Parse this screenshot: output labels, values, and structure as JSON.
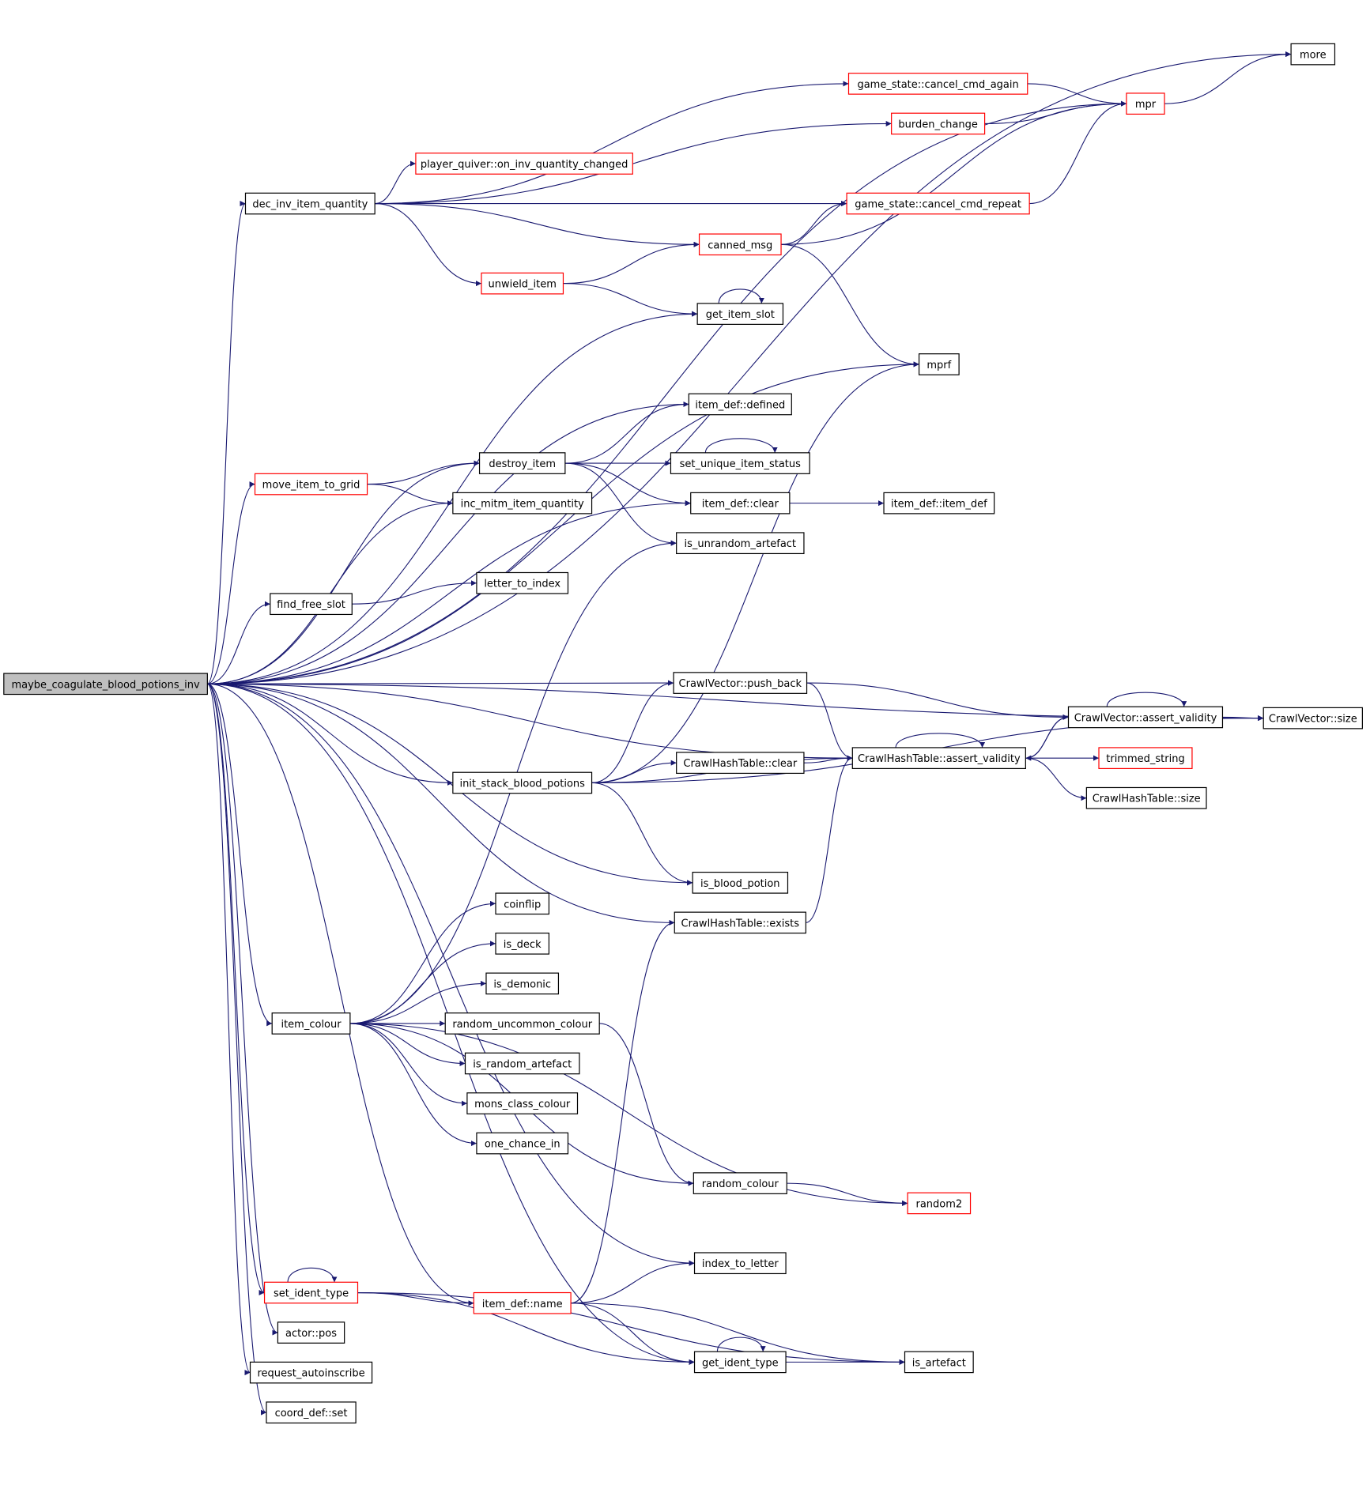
{
  "colors": {
    "edge": "#191970",
    "root_fill": "#bfbfbf",
    "node_border_normal": "#000000",
    "node_border_red": "#ff0000"
  },
  "root": "maybe_coagulate_blood_potions_inv",
  "nodes": [
    {
      "id": "root",
      "label": "maybe_coagulate_blood_potions_inv",
      "style": "root"
    },
    {
      "id": "more",
      "label": "more",
      "style": "normal"
    },
    {
      "id": "mpr",
      "label": "mpr",
      "style": "red"
    },
    {
      "id": "cancel_again",
      "label": "game_state::cancel_cmd_again",
      "style": "red"
    },
    {
      "id": "burden_change",
      "label": "burden_change",
      "style": "red"
    },
    {
      "id": "pq_changed",
      "label": "player_quiver::on_inv_quantity_changed",
      "style": "red"
    },
    {
      "id": "dec_inv",
      "label": "dec_inv_item_quantity",
      "style": "normal"
    },
    {
      "id": "cancel_repeat",
      "label": "game_state::cancel_cmd_repeat",
      "style": "red"
    },
    {
      "id": "canned_msg",
      "label": "canned_msg",
      "style": "red"
    },
    {
      "id": "unwield_item",
      "label": "unwield_item",
      "style": "red"
    },
    {
      "id": "get_item_slot",
      "label": "get_item_slot",
      "style": "normal"
    },
    {
      "id": "mprf",
      "label": "mprf",
      "style": "normal"
    },
    {
      "id": "def_defined",
      "label": "item_def::defined",
      "style": "normal"
    },
    {
      "id": "destroy_item",
      "label": "destroy_item",
      "style": "normal"
    },
    {
      "id": "set_unique",
      "label": "set_unique_item_status",
      "style": "normal"
    },
    {
      "id": "move_item",
      "label": "move_item_to_grid",
      "style": "red"
    },
    {
      "id": "inc_mitm",
      "label": "inc_mitm_item_quantity",
      "style": "normal"
    },
    {
      "id": "def_clear",
      "label": "item_def::clear",
      "style": "normal"
    },
    {
      "id": "def_itemdef",
      "label": "item_def::item_def",
      "style": "normal"
    },
    {
      "id": "is_unrand",
      "label": "is_unrandom_artefact",
      "style": "normal"
    },
    {
      "id": "find_free",
      "label": "find_free_slot",
      "style": "normal"
    },
    {
      "id": "letter_idx",
      "label": "letter_to_index",
      "style": "normal"
    },
    {
      "id": "cv_push",
      "label": "CrawlVector::push_back",
      "style": "normal"
    },
    {
      "id": "cv_assert",
      "label": "CrawlVector::assert_validity",
      "style": "normal"
    },
    {
      "id": "cv_size",
      "label": "CrawlVector::size",
      "style": "normal"
    },
    {
      "id": "cht_assert",
      "label": "CrawlHashTable::assert_validity",
      "style": "normal"
    },
    {
      "id": "trimmed",
      "label": "trimmed_string",
      "style": "red"
    },
    {
      "id": "cht_clear",
      "label": "CrawlHashTable::clear",
      "style": "normal"
    },
    {
      "id": "init_stack",
      "label": "init_stack_blood_potions",
      "style": "normal"
    },
    {
      "id": "cht_size",
      "label": "CrawlHashTable::size",
      "style": "normal"
    },
    {
      "id": "is_blood",
      "label": "is_blood_potion",
      "style": "normal"
    },
    {
      "id": "cht_exists",
      "label": "CrawlHashTable::exists",
      "style": "normal"
    },
    {
      "id": "coinflip",
      "label": "coinflip",
      "style": "normal"
    },
    {
      "id": "is_deck",
      "label": "is_deck",
      "style": "normal"
    },
    {
      "id": "is_demonic",
      "label": "is_demonic",
      "style": "normal"
    },
    {
      "id": "item_colour",
      "label": "item_colour",
      "style": "normal"
    },
    {
      "id": "rand_uncommon",
      "label": "random_uncommon_colour",
      "style": "normal"
    },
    {
      "id": "is_rand_art",
      "label": "is_random_artefact",
      "style": "normal"
    },
    {
      "id": "mons_class",
      "label": "mons_class_colour",
      "style": "normal"
    },
    {
      "id": "one_chance",
      "label": "one_chance_in",
      "style": "normal"
    },
    {
      "id": "random_colour",
      "label": "random_colour",
      "style": "normal"
    },
    {
      "id": "random2",
      "label": "random2",
      "style": "red"
    },
    {
      "id": "index_letter",
      "label": "index_to_letter",
      "style": "normal"
    },
    {
      "id": "set_ident",
      "label": "set_ident_type",
      "style": "red"
    },
    {
      "id": "def_name",
      "label": "item_def::name",
      "style": "red"
    },
    {
      "id": "actor_pos",
      "label": "actor::pos",
      "style": "normal"
    },
    {
      "id": "get_ident",
      "label": "get_ident_type",
      "style": "normal"
    },
    {
      "id": "is_artefact",
      "label": "is_artefact",
      "style": "normal"
    },
    {
      "id": "req_autoinsc",
      "label": "request_autoinscribe",
      "style": "normal"
    },
    {
      "id": "coord_set",
      "label": "coord_def::set",
      "style": "normal"
    }
  ],
  "edges": [
    [
      "root",
      "more"
    ],
    [
      "root",
      "mpr"
    ],
    [
      "root",
      "dec_inv"
    ],
    [
      "root",
      "get_item_slot"
    ],
    [
      "root",
      "mprf"
    ],
    [
      "root",
      "def_defined"
    ],
    [
      "root",
      "destroy_item"
    ],
    [
      "root",
      "move_item"
    ],
    [
      "root",
      "inc_mitm"
    ],
    [
      "root",
      "def_clear"
    ],
    [
      "root",
      "find_free"
    ],
    [
      "root",
      "cv_size"
    ],
    [
      "root",
      "cv_push"
    ],
    [
      "root",
      "cht_assert"
    ],
    [
      "root",
      "init_stack"
    ],
    [
      "root",
      "is_blood"
    ],
    [
      "root",
      "cht_exists"
    ],
    [
      "root",
      "item_colour"
    ],
    [
      "root",
      "index_letter"
    ],
    [
      "root",
      "def_name"
    ],
    [
      "root",
      "set_ident"
    ],
    [
      "root",
      "actor_pos"
    ],
    [
      "root",
      "req_autoinsc"
    ],
    [
      "root",
      "coord_set"
    ],
    [
      "root",
      "get_ident"
    ],
    [
      "dec_inv",
      "cancel_again"
    ],
    [
      "dec_inv",
      "burden_change"
    ],
    [
      "dec_inv",
      "pq_changed"
    ],
    [
      "dec_inv",
      "cancel_repeat"
    ],
    [
      "dec_inv",
      "canned_msg"
    ],
    [
      "dec_inv",
      "unwield_item"
    ],
    [
      "cancel_again",
      "mpr"
    ],
    [
      "burden_change",
      "mpr"
    ],
    [
      "cancel_repeat",
      "mpr"
    ],
    [
      "mpr",
      "more"
    ],
    [
      "canned_msg",
      "mpr"
    ],
    [
      "canned_msg",
      "cancel_repeat"
    ],
    [
      "canned_msg",
      "mprf"
    ],
    [
      "unwield_item",
      "canned_msg"
    ],
    [
      "unwield_item",
      "get_item_slot"
    ],
    [
      "get_item_slot",
      "get_item_slot"
    ],
    [
      "destroy_item",
      "def_defined"
    ],
    [
      "destroy_item",
      "set_unique"
    ],
    [
      "destroy_item",
      "def_clear"
    ],
    [
      "destroy_item",
      "is_unrand"
    ],
    [
      "set_unique",
      "set_unique"
    ],
    [
      "move_item",
      "destroy_item"
    ],
    [
      "move_item",
      "inc_mitm"
    ],
    [
      "def_clear",
      "def_itemdef"
    ],
    [
      "find_free",
      "letter_idx"
    ],
    [
      "cv_push",
      "cv_assert"
    ],
    [
      "cv_push",
      "cht_assert"
    ],
    [
      "cv_assert",
      "cv_assert"
    ],
    [
      "cv_assert",
      "cv_size"
    ],
    [
      "cv_assert",
      "cht_assert"
    ],
    [
      "cht_assert",
      "cht_assert"
    ],
    [
      "cht_assert",
      "cv_assert"
    ],
    [
      "cht_assert",
      "trimmed"
    ],
    [
      "cht_assert",
      "cht_size"
    ],
    [
      "init_stack",
      "cv_push"
    ],
    [
      "init_stack",
      "cht_clear"
    ],
    [
      "init_stack",
      "cht_assert"
    ],
    [
      "init_stack",
      "mprf"
    ],
    [
      "init_stack",
      "is_blood"
    ],
    [
      "init_stack",
      "cv_size"
    ],
    [
      "cht_clear",
      "cht_assert"
    ],
    [
      "cht_exists",
      "cht_assert"
    ],
    [
      "item_colour",
      "coinflip"
    ],
    [
      "item_colour",
      "is_deck"
    ],
    [
      "item_colour",
      "is_demonic"
    ],
    [
      "item_colour",
      "rand_uncommon"
    ],
    [
      "item_colour",
      "is_rand_art"
    ],
    [
      "item_colour",
      "mons_class"
    ],
    [
      "item_colour",
      "one_chance"
    ],
    [
      "item_colour",
      "random_colour"
    ],
    [
      "item_colour",
      "random2"
    ],
    [
      "item_colour",
      "is_unrand"
    ],
    [
      "rand_uncommon",
      "random_colour"
    ],
    [
      "random_colour",
      "random2"
    ],
    [
      "set_ident",
      "set_ident"
    ],
    [
      "set_ident",
      "def_name"
    ],
    [
      "set_ident",
      "get_ident"
    ],
    [
      "set_ident",
      "is_artefact"
    ],
    [
      "def_name",
      "index_letter"
    ],
    [
      "def_name",
      "cht_exists"
    ],
    [
      "def_name",
      "get_ident"
    ],
    [
      "def_name",
      "is_artefact"
    ],
    [
      "get_ident",
      "get_ident"
    ],
    [
      "get_ident",
      "is_artefact"
    ]
  ]
}
